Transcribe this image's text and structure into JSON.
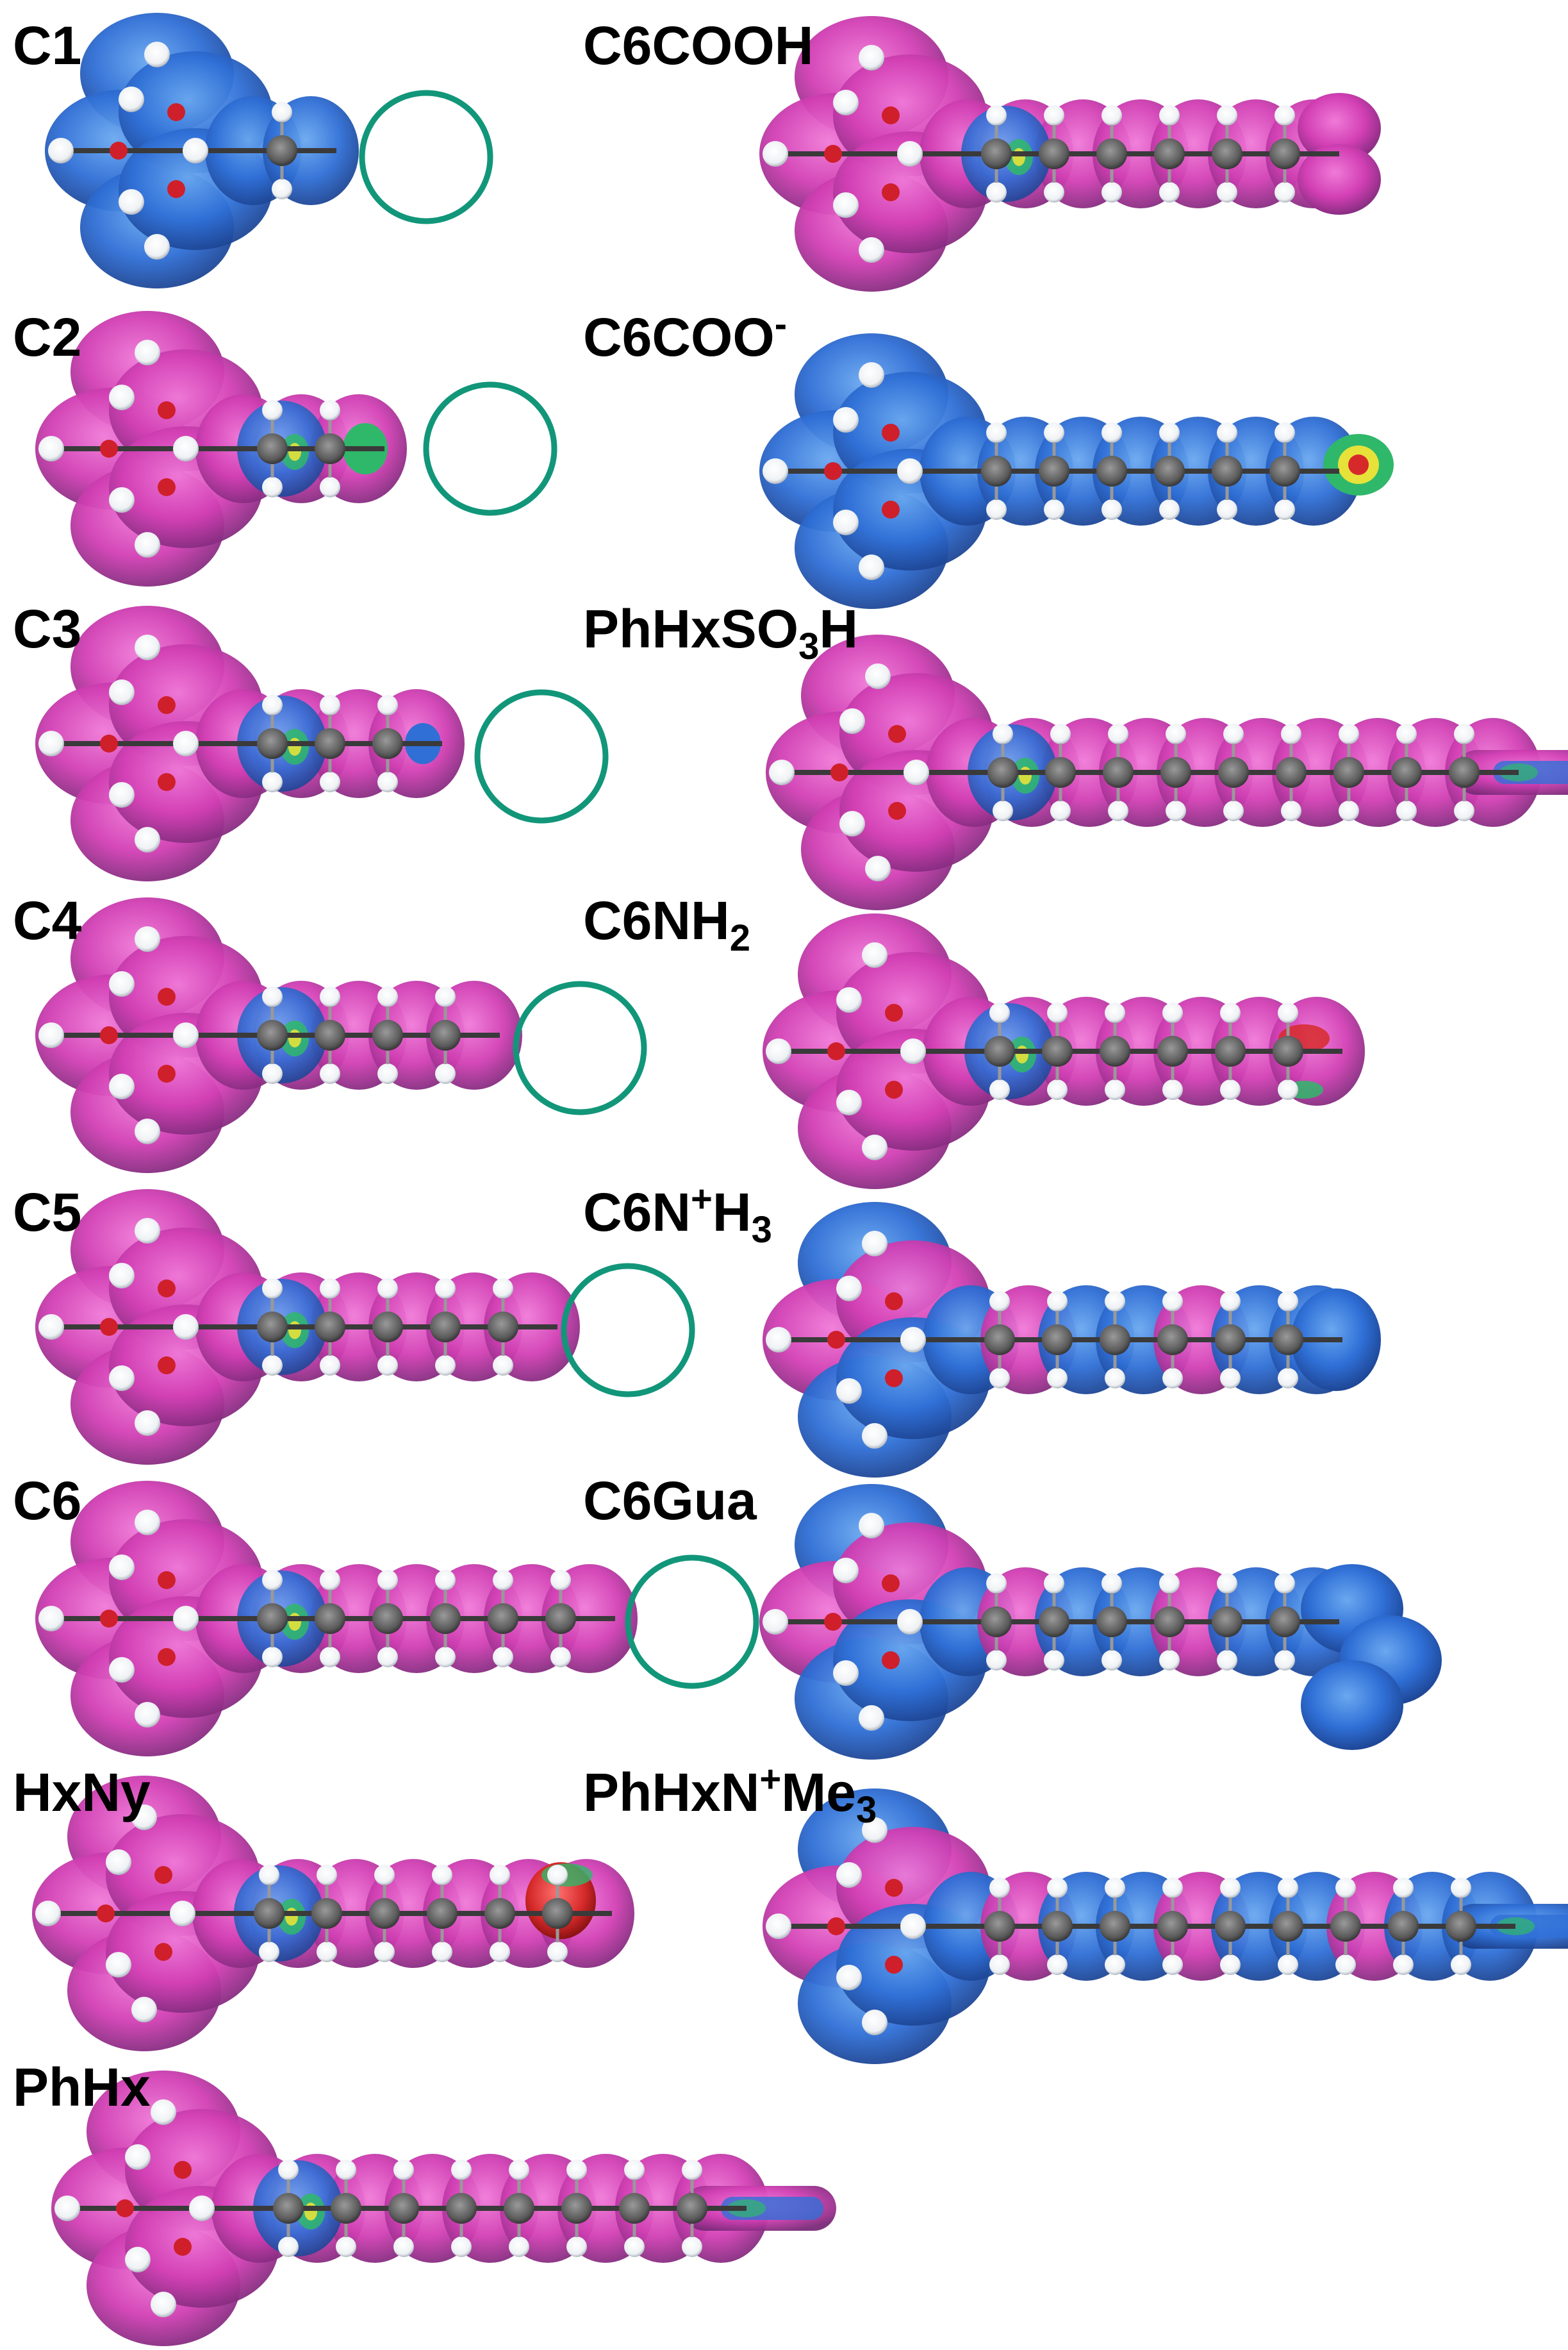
{
  "colors": {
    "positive": "#2f6fd6",
    "neutral": "#d23fb4",
    "rim": "#7a2a78",
    "negative": "#d62a2a",
    "mid_green": "#2fb86a",
    "mid_yellow": "#e6e23a",
    "carbon": "#5a5a5a",
    "hydrogen": "#eef1f4",
    "oxygen": "#cf1f2a",
    "highlight_circle": "#12967a"
  },
  "panels": [
    {
      "id": "C1",
      "label": "C1",
      "label_parts": [
        {
          "t": "C1"
        }
      ],
      "chain": 1,
      "surface": "blue",
      "circle": true,
      "tail": "methyl"
    },
    {
      "id": "C2",
      "label": "C2",
      "label_parts": [
        {
          "t": "C2"
        }
      ],
      "chain": 2,
      "surface": "magenta",
      "circle": true,
      "tail": "green-tip"
    },
    {
      "id": "C3",
      "label": "C3",
      "label_parts": [
        {
          "t": "C3"
        }
      ],
      "chain": 3,
      "surface": "magenta",
      "circle": true,
      "tail": "blue-tip"
    },
    {
      "id": "C4",
      "label": "C4",
      "label_parts": [
        {
          "t": "C4"
        }
      ],
      "chain": 4,
      "surface": "magenta",
      "circle": true,
      "tail": "plain"
    },
    {
      "id": "C5",
      "label": "C5",
      "label_parts": [
        {
          "t": "C5"
        }
      ],
      "chain": 5,
      "surface": "magenta",
      "circle": true,
      "tail": "plain"
    },
    {
      "id": "C6",
      "label": "C6",
      "label_parts": [
        {
          "t": "C6"
        }
      ],
      "chain": 6,
      "surface": "magenta",
      "circle": true,
      "tail": "plain"
    },
    {
      "id": "HxNy",
      "label": "HxNy",
      "label_parts": [
        {
          "t": "HxNy"
        }
      ],
      "chain": 6,
      "surface": "magenta",
      "circle": false,
      "tail": "red-alkyne"
    },
    {
      "id": "PhHx",
      "label": "PhHx",
      "label_parts": [
        {
          "t": "PhHx"
        }
      ],
      "chain": 8,
      "surface": "magenta",
      "circle": false,
      "tail": "phenyl-green"
    },
    {
      "id": "C6COOH",
      "label": "C6COOH",
      "label_parts": [
        {
          "t": "C6COOH"
        }
      ],
      "chain": 6,
      "surface": "magenta",
      "circle": false,
      "tail": "acid"
    },
    {
      "id": "C6COO-",
      "label": "C6COO-",
      "label_parts": [
        {
          "t": "C6COO"
        },
        {
          "t": "-",
          "s": "sup"
        }
      ],
      "chain": 6,
      "surface": "blue",
      "circle": false,
      "tail": "carboxylate"
    },
    {
      "id": "PhHxSO3H",
      "label": "PhHxSO3H",
      "label_parts": [
        {
          "t": "PhHxSO"
        },
        {
          "t": "3",
          "s": "sub"
        },
        {
          "t": "H"
        }
      ],
      "chain": 9,
      "surface": "magenta",
      "circle": false,
      "tail": "sulfonic"
    },
    {
      "id": "C6NH2",
      "label": "C6NH2",
      "label_parts": [
        {
          "t": "C6NH"
        },
        {
          "t": "2",
          "s": "sub"
        }
      ],
      "chain": 6,
      "surface": "magenta",
      "circle": false,
      "tail": "amine"
    },
    {
      "id": "C6N+H3",
      "label": "C6N+H3",
      "label_parts": [
        {
          "t": "C6N"
        },
        {
          "t": "+",
          "s": "sup"
        },
        {
          "t": "H"
        },
        {
          "t": "3",
          "s": "sub"
        }
      ],
      "chain": 6,
      "surface": "blue-mixed",
      "circle": false,
      "tail": "ammonium"
    },
    {
      "id": "C6Gua",
      "label": "C6Gua",
      "label_parts": [
        {
          "t": "C6Gua"
        }
      ],
      "chain": 6,
      "surface": "blue-mixed",
      "circle": false,
      "tail": "guanidinium"
    },
    {
      "id": "PhHxN+Me3",
      "label": "PhHxN+Me3",
      "label_parts": [
        {
          "t": "PhHxN"
        },
        {
          "t": "+",
          "s": "sup"
        },
        {
          "t": "Me"
        },
        {
          "t": "3",
          "s": "sub"
        }
      ],
      "chain": 9,
      "surface": "blue-mixed",
      "circle": false,
      "tail": "trimethylammonium"
    }
  ]
}
